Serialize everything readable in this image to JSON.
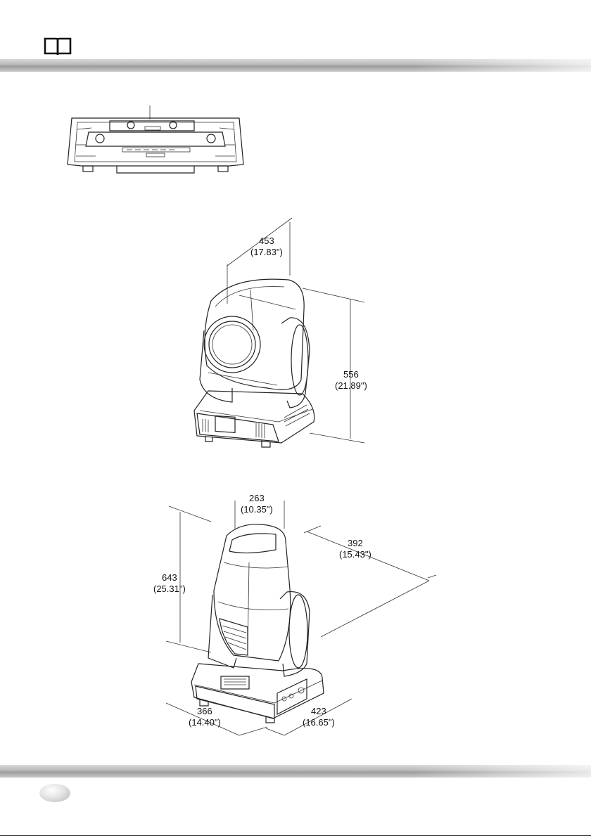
{
  "dimensions": {
    "side_width": {
      "mm": "453",
      "in": "(17.83\")"
    },
    "side_height": {
      "mm": "556",
      "in": "(21.89\")"
    },
    "top_width": {
      "mm": "263",
      "in": "(10.35\")"
    },
    "diagonal_depth": {
      "mm": "392",
      "in": "(15.43\")"
    },
    "full_height": {
      "mm": "643",
      "in": "(25.31\")"
    },
    "base_front": {
      "mm": "366",
      "in": "(14.40\")"
    },
    "base_side": {
      "mm": "423",
      "in": "(16.65\")"
    }
  },
  "icons": {
    "header": "open-book-icon",
    "footer": "page-number-badge"
  }
}
